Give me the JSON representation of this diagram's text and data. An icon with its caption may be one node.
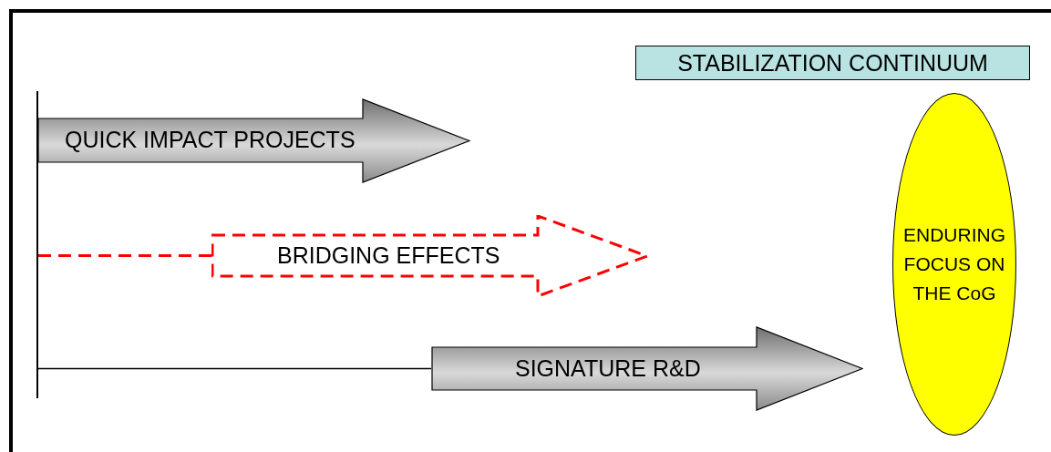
{
  "diagram": {
    "nodes": [
      {
        "text": [
          "STABILIZATION CONTINUUM"
        ]
      },
      {
        "text": [],
        "shape": "bar"
      },
      {
        "text": [
          "QUICK IMPACT PROJECTS"
        ]
      },
      {
        "text": [
          "BRIDGING EFFECTS"
        ]
      },
      {
        "text": [
          "SIGNATURE R&D"
        ]
      },
      {
        "text": [
          "ENDURING FOCUS ON THE CoG"
        ]
      }
    ],
    "edges": [
      {
        "from": 1,
        "to": 3,
        "arrow": "none",
        "style": "dashed",
        "color": "#ff0000"
      },
      {
        "from": 1,
        "to": 4,
        "arrow": "none",
        "color": "#000000"
      }
    ]
  }
}
